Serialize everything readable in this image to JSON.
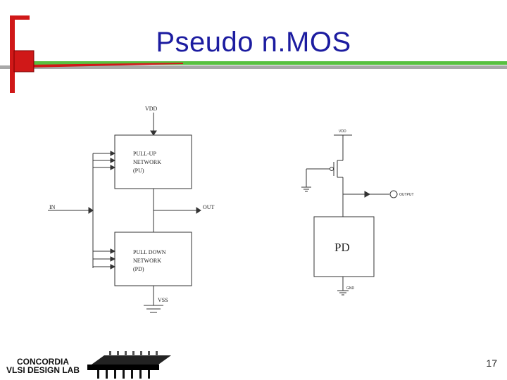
{
  "slide": {
    "title": "Pseudo n.MOS",
    "page_number": "17",
    "footer": {
      "line1": "CONCORDIA",
      "line2": "VLSI DESIGN LAB"
    }
  },
  "diagram_left": {
    "vdd": "VDD",
    "vss": "VSS",
    "input": "IN",
    "output": "OUT",
    "pull_up": {
      "line1": "PULL-UP",
      "line2": "NETWORK",
      "line3": "(PU)"
    },
    "pull_down": {
      "line1": "PULL DOWN",
      "line2": "NETWORK",
      "line3": "(PD)"
    }
  },
  "diagram_right": {
    "vdd": "VDD",
    "output": "OUTPUT",
    "pd": "PD",
    "gnd": "GND"
  },
  "colors": {
    "title": "#1c1ca0",
    "accent_red": "#d01818",
    "accent_green": "#58c040",
    "accent_gray": "#a8a8a8"
  }
}
